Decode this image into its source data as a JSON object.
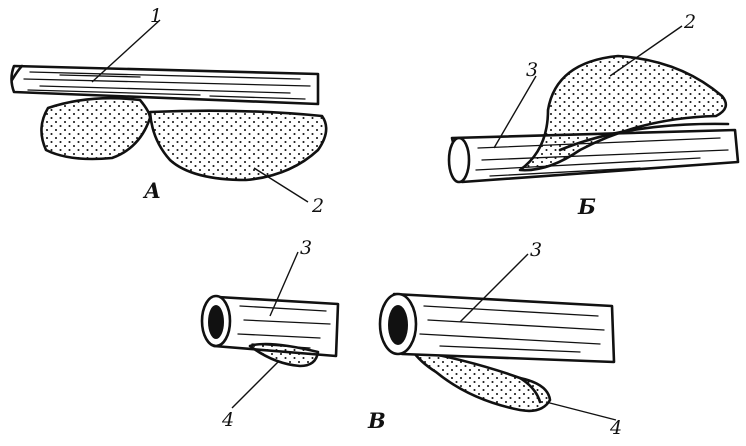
{
  "labels": {
    "one_a": "1",
    "two_a": "2",
    "two_b": "2",
    "three_b": "3",
    "three_v_left": "3",
    "three_v_right": "3",
    "four_v_left": "4",
    "four_v_right": "4"
  },
  "panels": {
    "a": "А",
    "b": "Б",
    "v": "В"
  },
  "colors": {
    "ink": "#111111",
    "background": "#ffffff"
  }
}
